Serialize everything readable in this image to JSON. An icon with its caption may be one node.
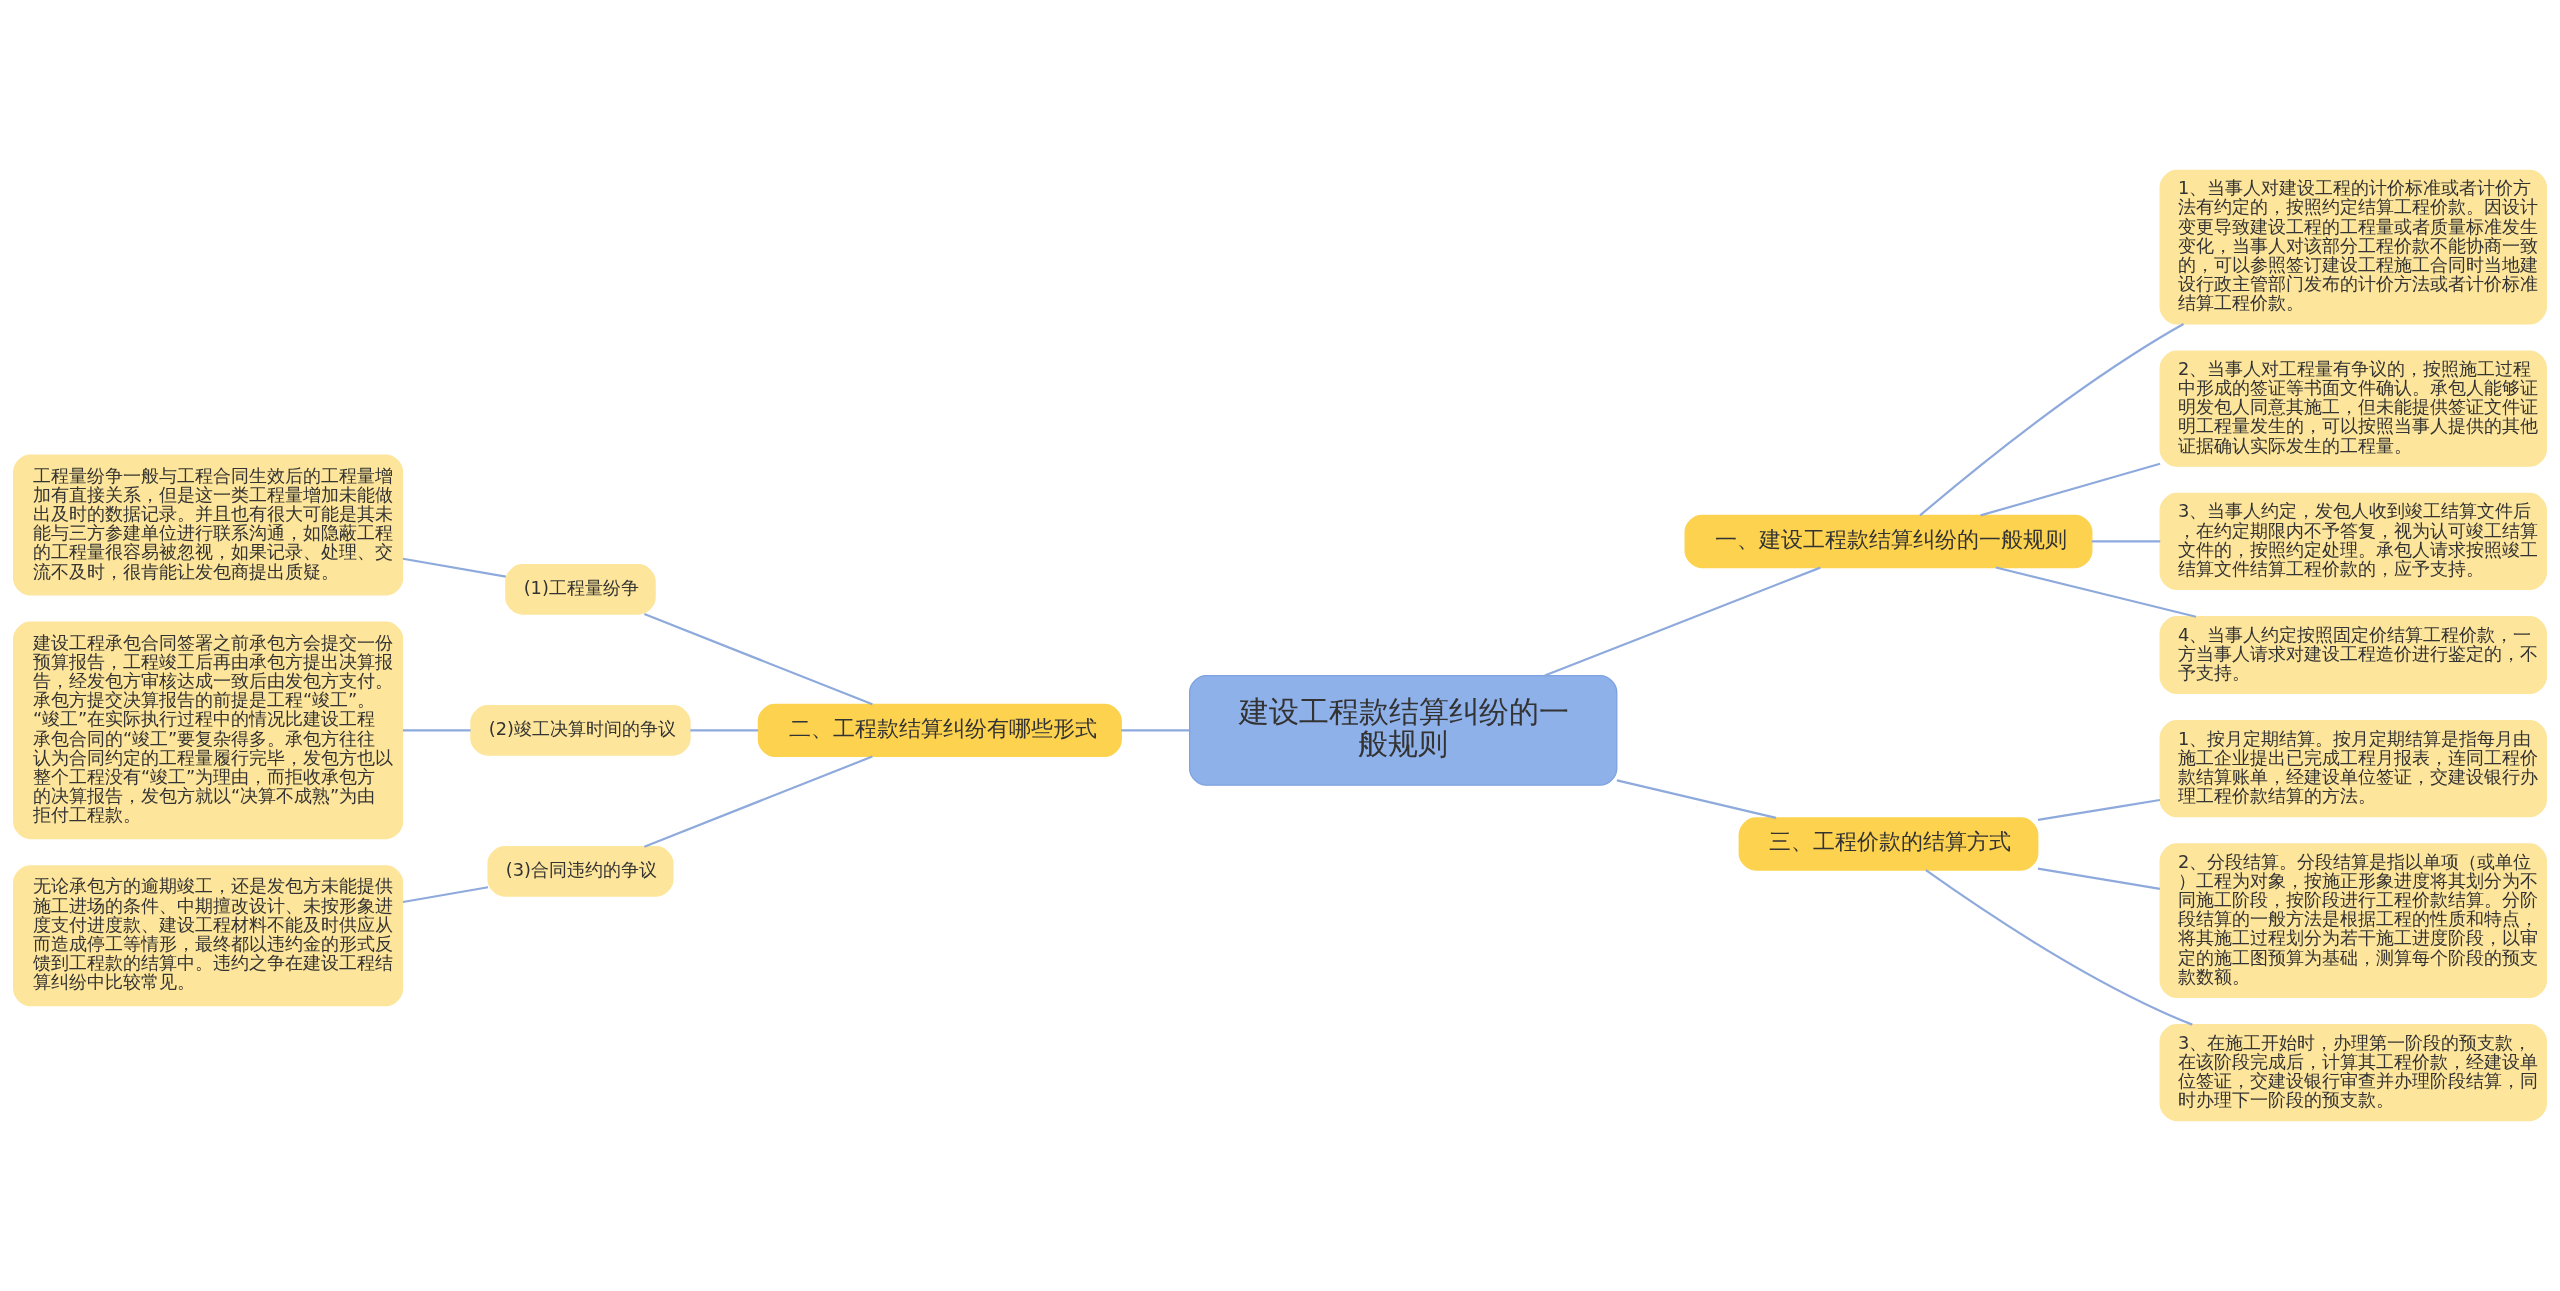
{
  "diagram": {
    "nodes": [
      {
        "text": [
          "建设工程款结算纠纷的一般规则"
        ]
      },
      {
        "text": [
          "一、建设工程款结算纠纷的一般规则"
        ]
      },
      {
        "text": [
          "1、当事人对建设工程的计价标准或者计价方法有约定的，按照约定结算工程价款。因设计变更导致建设工程的工程量或者质量标准发生变化，当事人对该部分工程价款不能协商一致的，可以参照签订建设工程施工合同时当地建设行政主管部门发布的计价方法或者计价标准结算工程价款。"
        ]
      },
      {
        "text": [
          "2、当事人对工程量有争议的，按照施工过程中形成的签证等书面文件确认。承包人能够证明发包人同意其施工，但未能提供签证文件证明工程量发生的，可以按照当事人提供的其他证据确认实际发生的工程量。"
        ]
      },
      {
        "text": [
          "3、当事人约定，发包人收到竣工结算文件后，在约定期限内不予答复，视为认可竣工结算文件的，按照约定处理。承包人请求按照竣工结算文件结算工程价款的，应予支持。"
        ]
      },
      {
        "text": [
          "4、当事人约定按照固定价结算工程价款，一方当事人请求对建设工程造价进行鉴定的，不予支持。"
        ]
      },
      {
        "text": [
          "二、工程款结算纠纷有哪些形式"
        ]
      },
      {
        "text": [
          "(1)工程量纷争"
        ]
      },
      {
        "text": [
          "工程量纷争一般与工程合同生效后的工程量增加有直接关系，但是这一类工程量增加未能做出及时的数据记录。并且也有很大可能是其未能与三方参建单位进行联系沟通，如隐蔽工程的工程量很容易被忽视，如果记录、处理、交流不及时，很肯能让发包商提出质疑。"
        ]
      },
      {
        "text": [
          "(2)竣工决算时间的争议"
        ]
      },
      {
        "text": [
          "建设工程承包合同签署之前承包方会提交一份预算报告，工程竣工后再由承包方提出决算报告，经发包方审核达成一致后由发包方支付。承包方提交决算报告的前提是工程“竣工”。“竣工”在实际执行过程中的情况比建设工程承包合同的“竣工”要复杂得多。承包方往往认为合同约定的工程量履行完毕，发包方也以整个工程没有“竣工”为理由，而拒收承包方的决算报告，发包方就以“决算不成熟”为由拒付工程款。"
        ]
      },
      {
        "text": [
          "(3)合同违约的争议"
        ]
      },
      {
        "text": [
          "无论承包方的逾期竣工，还是发包方未能提供施工进场的条件、中期擅改设计、未按形象进度支付进度款、建设工程材料不能及时供应从而造成停工等情形，最终都以违约金的形式反馈到工程款的结算中。违约之争在建设工程结算纠纷中比较常见。"
        ]
      },
      {
        "text": [
          "三、工程价款的结算方式"
        ]
      },
      {
        "text": [
          "1、按月定期结算。按月定期结算是指每月由施工企业提出已完成工程月报表，连同工程价款结算账单，经建设单位签证，交建设银行办理工程价款结算的方法。"
        ]
      },
      {
        "text": [
          "2、分段结算。分段结算是指以单项（或单位）工程为对象，按施正形象进度将其划分为不同施工阶段，按阶段进行工程价款结算。分阶段结算的一般方法是根据工程的性质和特点，将其施工过程划分为若干施工进度阶段，以审定的施工图预算为基础，测算每个阶段的预支款数额。"
        ]
      },
      {
        "text": [
          "3、在施工开始时，办理第一阶段的预支款，在该阶段完成后，计算其工程价款，经建设单位签证，交建设银行审查并办理阶段结算，同时办理下一阶段的预支款。"
        ]
      }
    ],
    "edges": [
      {
        "from": 0,
        "to": 1,
        "arrow": "none"
      },
      {
        "from": 1,
        "to": 2,
        "arrow": "none"
      },
      {
        "from": 1,
        "to": 3,
        "arrow": "none"
      },
      {
        "from": 1,
        "to": 4,
        "arrow": "none"
      },
      {
        "from": 1,
        "to": 5,
        "arrow": "none"
      },
      {
        "from": 6,
        "to": 0,
        "arrow": "none"
      },
      {
        "from": 7,
        "to": 6,
        "arrow": "none"
      },
      {
        "from": 8,
        "to": 7,
        "arrow": "none"
      },
      {
        "from": 9,
        "to": 6,
        "arrow": "none"
      },
      {
        "from": 10,
        "to": 9,
        "arrow": "none"
      },
      {
        "from": 11,
        "to": 6,
        "arrow": "none"
      },
      {
        "from": 12,
        "to": 11,
        "arrow": "none"
      },
      {
        "from": 0,
        "to": 13,
        "arrow": "none"
      },
      {
        "from": 13,
        "to": 14,
        "arrow": "none"
      },
      {
        "from": 13,
        "to": 15,
        "arrow": "none"
      },
      {
        "from": 13,
        "to": 16,
        "arrow": "none"
      }
    ]
  }
}
